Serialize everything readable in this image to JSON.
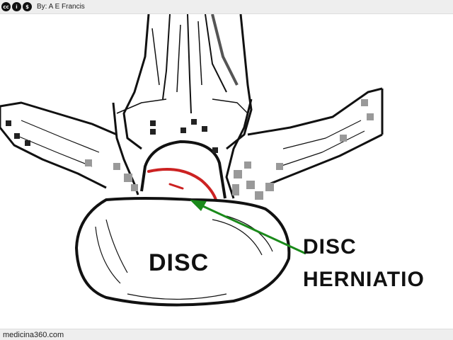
{
  "header": {
    "license_icons": [
      "cc-icon",
      "by-icon",
      "attribution-icon"
    ],
    "attribution": "By: A E Francis"
  },
  "diagram": {
    "disc_label": "DISC",
    "herniation_label_line1": "DISC",
    "herniation_label_line2": "HERNIATIO",
    "colors": {
      "outline": "#111111",
      "herniation": "#cc2222",
      "arrow": "#1a8a1a",
      "shading": "#999999"
    }
  },
  "footer": {
    "site": "medicina360.com"
  }
}
